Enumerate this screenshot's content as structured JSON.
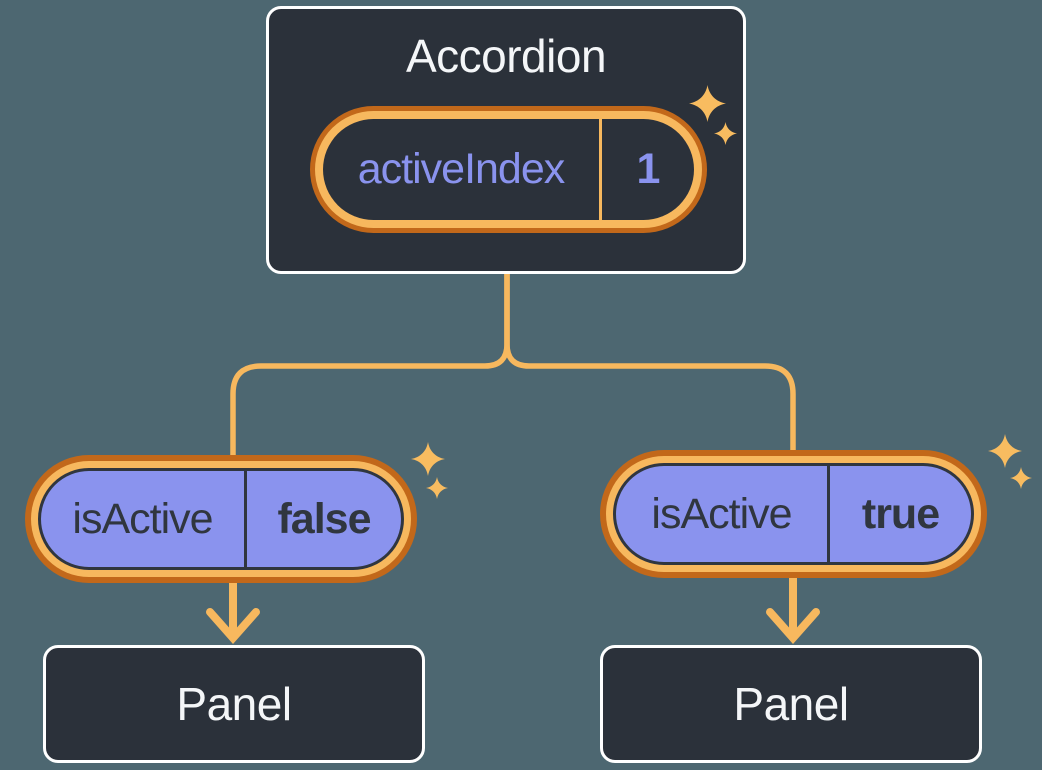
{
  "diagram": {
    "description": "React component tree diagram: Accordion parent holding activeIndex state, passing isActive props to two Panel children",
    "colors": {
      "background": "#4D6771",
      "node_fill": "#2B313A",
      "node_border": "#FFFFFF",
      "orange_dark": "#C2681A",
      "orange_light": "#F7B85E",
      "purple": "#8A93EE",
      "text_light": "#F4F6F8",
      "text_dark": "#30363F"
    }
  },
  "accordion": {
    "title": "Accordion",
    "state_pill": {
      "label": "activeIndex",
      "value": "1"
    }
  },
  "children": [
    {
      "prop_pill": {
        "label": "isActive",
        "value": "false"
      },
      "panel": {
        "title": "Panel"
      }
    },
    {
      "prop_pill": {
        "label": "isActive",
        "value": "true"
      },
      "panel": {
        "title": "Panel"
      }
    }
  ]
}
